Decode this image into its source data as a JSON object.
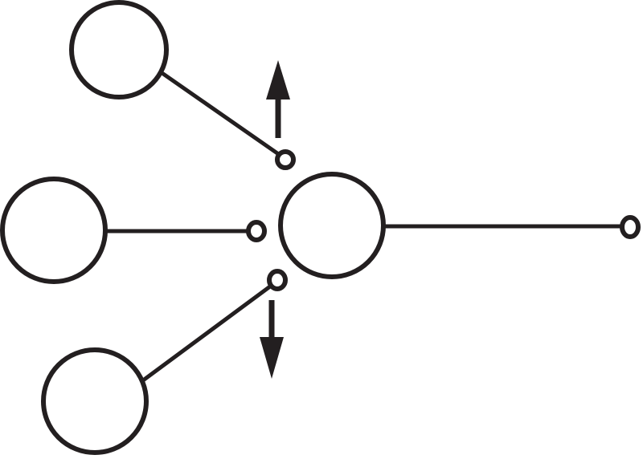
{
  "diagram": {
    "type": "neuron-connection-schematic",
    "stroke_color": "#231f20",
    "background_color": "#ffffff",
    "nodes": [
      {
        "id": "input-neuron-top"
      },
      {
        "id": "input-neuron-middle"
      },
      {
        "id": "input-neuron-bottom"
      },
      {
        "id": "target-neuron"
      }
    ],
    "terminals": [
      {
        "id": "terminal-top",
        "from": "input-neuron-top"
      },
      {
        "id": "terminal-middle",
        "from": "input-neuron-middle"
      },
      {
        "id": "terminal-bottom",
        "from": "input-neuron-bottom"
      },
      {
        "id": "terminal-output",
        "from": "target-neuron"
      }
    ],
    "arrows": [
      {
        "id": "arrow-up",
        "direction": "up"
      },
      {
        "id": "arrow-down",
        "direction": "down"
      }
    ]
  }
}
